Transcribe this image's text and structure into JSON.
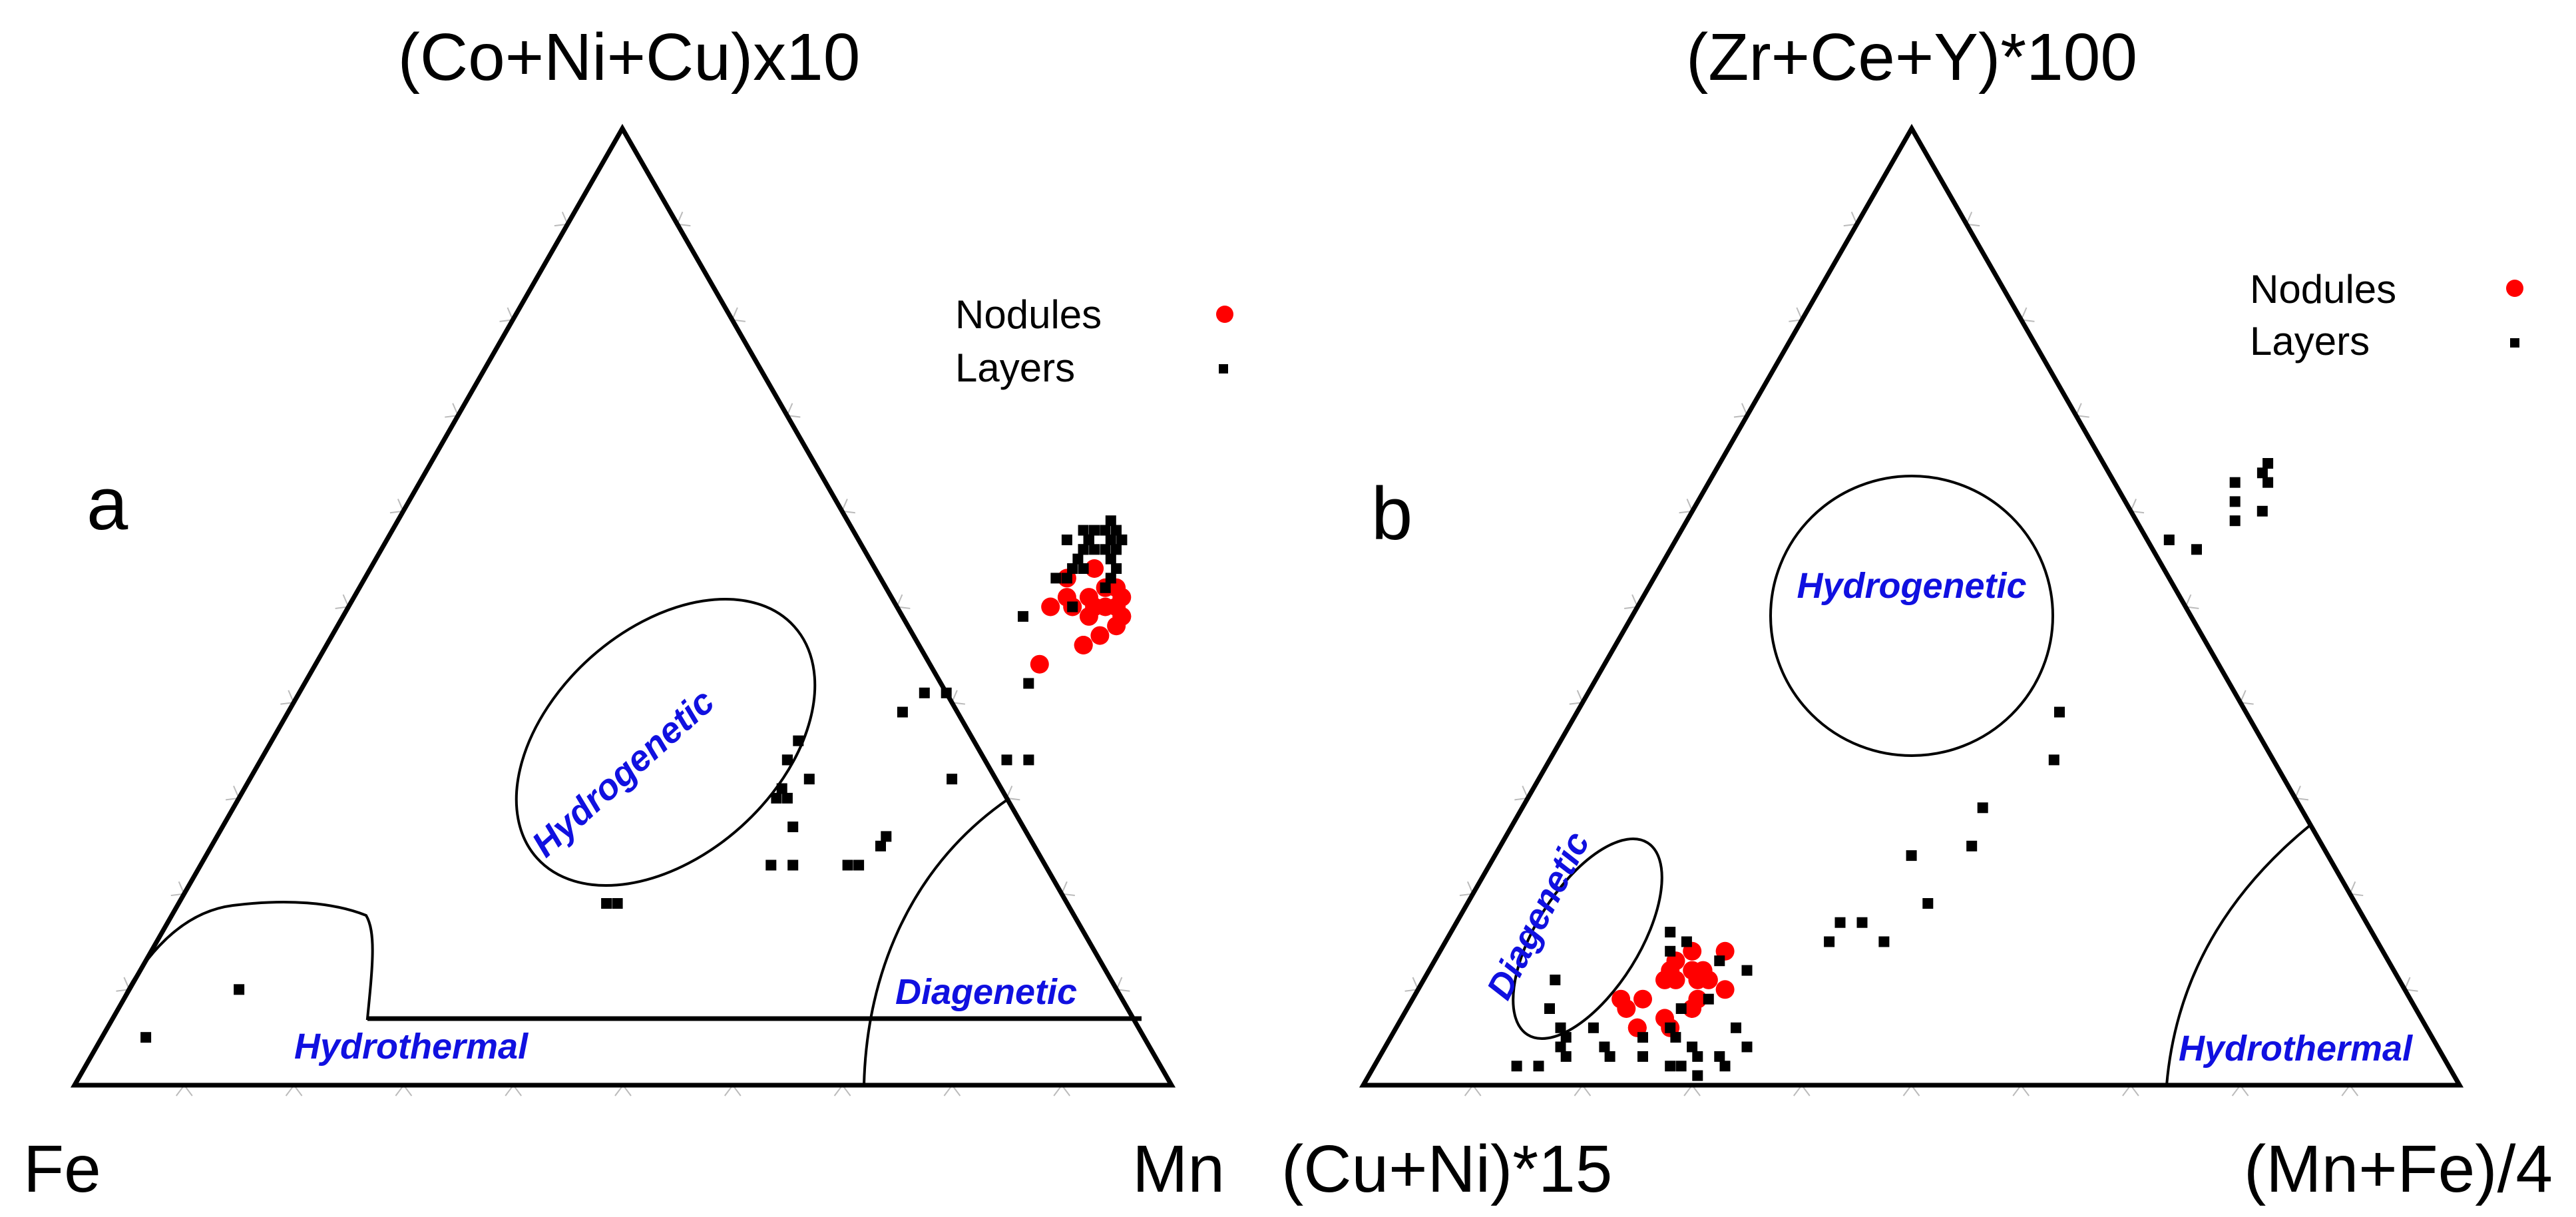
{
  "chart_data": [
    {
      "type": "scatter",
      "subtype": "ternary",
      "panel_label": "a",
      "apices": {
        "top": "(Co+Ni+Cu)x10",
        "left": "Fe",
        "right": "Mn"
      },
      "legend": [
        {
          "label": "Nodules",
          "marker": "circle",
          "color": "#ff0000"
        },
        {
          "label": "Layers",
          "marker": "square",
          "color": "#000000"
        }
      ],
      "legend_position": "top-right",
      "fields": [
        {
          "name": "Hydrogenetic",
          "color": "#1010e0"
        },
        {
          "name": "Diagenetic",
          "color": "#1010e0"
        },
        {
          "name": "Hydrothermal",
          "color": "#1010e0"
        }
      ],
      "axis_ticks_percent": [
        10,
        20,
        30,
        40,
        50,
        60,
        70,
        80,
        90
      ],
      "series": [
        {
          "name": "Nodules",
          "points_top_right_percent": [
            [
              50,
              64
            ],
            [
              51,
              65
            ],
            [
              53,
              64
            ],
            [
              54,
              66
            ],
            [
              52,
              69
            ],
            [
              51,
              70
            ],
            [
              51,
              67
            ],
            [
              50,
              68
            ],
            [
              52,
              68
            ],
            [
              50,
              69
            ],
            [
              49,
              71
            ],
            [
              49,
              71
            ],
            [
              48,
              71
            ],
            [
              46,
              69
            ],
            [
              46,
              69
            ],
            [
              44,
              66
            ],
            [
              49,
              68
            ],
            [
              50,
              66
            ],
            [
              47,
              70
            ],
            [
              50,
              70
            ]
          ]
        },
        {
          "name": "Layers",
          "points_top_right_percent": [
            [
              58,
              63
            ],
            [
              57,
              64
            ],
            [
              56,
              64
            ],
            [
              56,
              64
            ],
            [
              58,
              66
            ],
            [
              58,
              65
            ],
            [
              57,
              66
            ],
            [
              58,
              66
            ],
            [
              59,
              65
            ],
            [
              57,
              64
            ],
            [
              57,
              64
            ],
            [
              56,
              66
            ],
            [
              57,
              67
            ],
            [
              56,
              67
            ],
            [
              58,
              64
            ],
            [
              56,
              67
            ],
            [
              58,
              65
            ],
            [
              54,
              68
            ],
            [
              55,
              67
            ],
            [
              58,
              64
            ],
            [
              53,
              68
            ],
            [
              50,
              66
            ],
            [
              53,
              63
            ],
            [
              57,
              64
            ],
            [
              53,
              64
            ],
            [
              52,
              68
            ],
            [
              54,
              65
            ],
            [
              57,
              64
            ],
            [
              55,
              64
            ],
            [
              57,
              67
            ],
            [
              41,
              59
            ],
            [
              34,
              70
            ],
            [
              34,
              68
            ],
            [
              23,
              52
            ],
            [
              23,
              54
            ],
            [
              36,
              48
            ],
            [
              31,
              49
            ],
            [
              34,
              48
            ],
            [
              34,
              48
            ],
            [
              32,
              51
            ],
            [
              30,
              50
            ],
            [
              30,
              49
            ],
            [
              23,
              60
            ],
            [
              26,
              61
            ],
            [
              25,
              61
            ],
            [
              41,
              57
            ],
            [
              19,
              40
            ],
            [
              19,
              39
            ],
            [
              27,
              52
            ],
            [
              23,
              59
            ],
            [
              49,
              62
            ],
            [
              57,
              62
            ],
            [
              58,
              64
            ],
            [
              54,
              64
            ],
            [
              56,
              65
            ],
            [
              5,
              4
            ],
            [
              10,
              10
            ],
            [
              42,
              66
            ],
            [
              32,
              64
            ],
            [
              39,
              56
            ]
          ]
        }
      ]
    },
    {
      "type": "scatter",
      "subtype": "ternary",
      "panel_label": "b",
      "apices": {
        "top": "(Zr+Ce+Y)*100",
        "left": "(Cu+Ni)*15",
        "right": "(Mn+Fe)/4"
      },
      "legend": [
        {
          "label": "Nodules",
          "marker": "circle",
          "color": "#ff0000"
        },
        {
          "label": "Layers",
          "marker": "square",
          "color": "#000000"
        }
      ],
      "legend_position": "top-right",
      "fields": [
        {
          "name": "Hydrogenetic",
          "color": "#1010e0"
        },
        {
          "name": "Diagenetic",
          "color": "#1010e0"
        },
        {
          "name": "Hydrothermal",
          "color": "#1010e0"
        }
      ],
      "axis_ticks_percent": [
        10,
        20,
        30,
        40,
        50,
        60,
        70,
        80,
        90
      ],
      "series": [
        {
          "name": "Nodules",
          "points_top_right_percent": [
            [
              10,
              28
            ],
            [
              11,
              25
            ],
            [
              12,
              24
            ],
            [
              14,
              26
            ],
            [
              13,
              22
            ],
            [
              11,
              22
            ],
            [
              11,
              26
            ],
            [
              12,
              25
            ],
            [
              8,
              20
            ],
            [
              6,
              22
            ],
            [
              9,
              21
            ],
            [
              7,
              24
            ],
            [
              11,
              23
            ],
            [
              9,
              19
            ],
            [
              6,
              25
            ],
            [
              8,
              26
            ],
            [
              12,
              22
            ],
            [
              14,
              23
            ],
            [
              6,
              22
            ],
            [
              9,
              26
            ]
          ]
        },
        {
          "name": "Layers",
          "points_top_right_percent": [
            [
              65,
              50
            ],
            [
              63,
              51
            ],
            [
              64,
              50
            ],
            [
              61,
              49
            ],
            [
              59,
              50
            ],
            [
              56,
              48
            ],
            [
              57,
              45
            ],
            [
              39,
              44
            ],
            [
              34,
              46
            ],
            [
              29,
              42
            ],
            [
              24,
              38
            ],
            [
              25,
              43
            ],
            [
              19,
              42
            ],
            [
              15,
              35
            ],
            [
              17,
              37
            ],
            [
              15,
              40
            ],
            [
              5,
              16
            ],
            [
              6,
              15
            ],
            [
              4,
              16
            ],
            [
              6,
              25
            ],
            [
              5,
              26
            ],
            [
              3,
              21
            ],
            [
              3,
              17
            ],
            [
              2,
              15
            ],
            [
              2,
              13
            ],
            [
              3,
              24
            ],
            [
              2,
              27
            ],
            [
              4,
              28
            ],
            [
              3,
              31
            ],
            [
              4,
              33
            ],
            [
              2,
              28
            ],
            [
              2,
              32
            ],
            [
              3,
              29
            ],
            [
              1,
              30
            ],
            [
              14,
              21
            ],
            [
              15,
              22
            ],
            [
              16,
              20
            ],
            [
              13,
              26
            ],
            [
              5,
              23
            ],
            [
              4,
              20
            ],
            [
              6,
              18
            ],
            [
              8,
              13
            ],
            [
              11,
              12
            ],
            [
              9,
              27
            ],
            [
              17,
              35
            ],
            [
              63,
              48
            ],
            [
              60,
              52
            ],
            [
              12,
              29
            ],
            [
              6,
              31
            ],
            [
              8,
              25
            ]
          ]
        }
      ]
    }
  ]
}
